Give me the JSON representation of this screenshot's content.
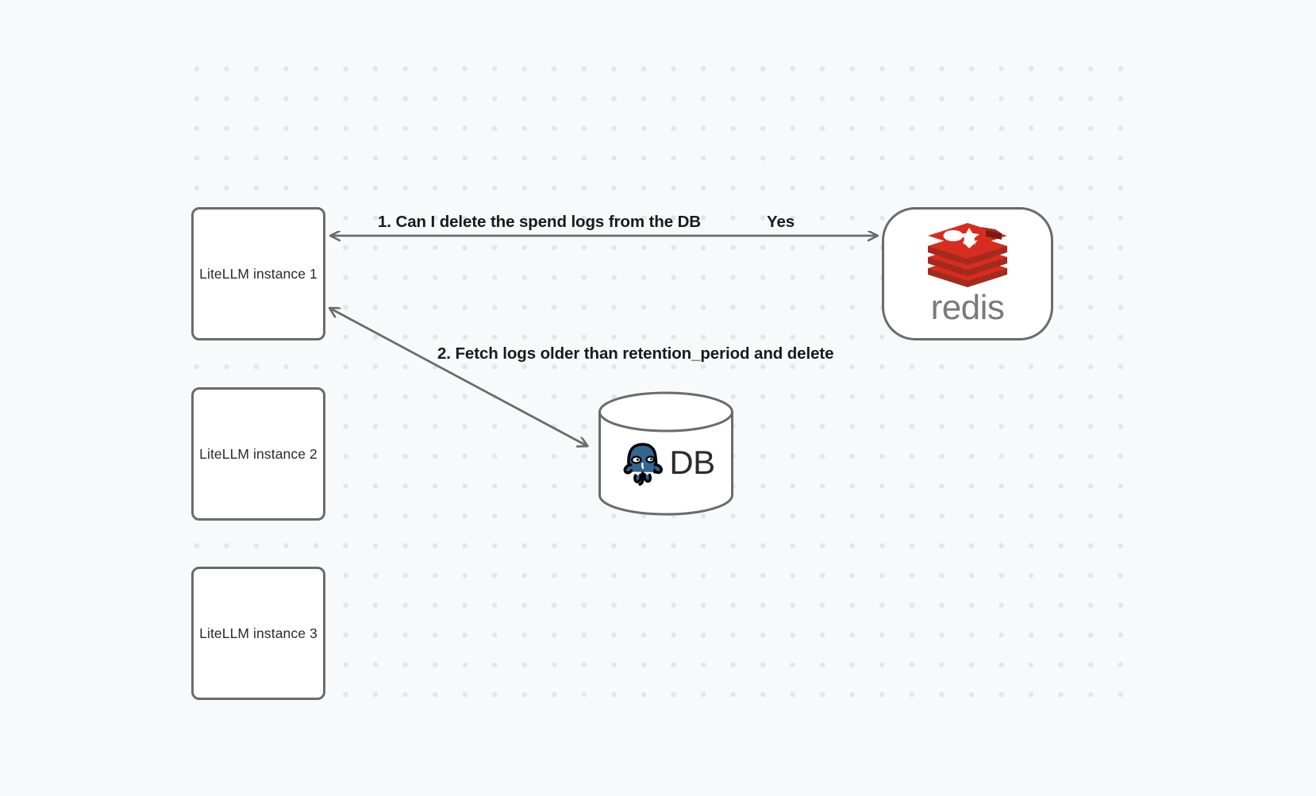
{
  "canvas": {
    "background_color": "#f8f9fa",
    "grid_dot_color": "#e4e5e7",
    "node_border_color": "#6b6b6b",
    "edge_color": "#6b6b6b"
  },
  "nodes": {
    "litellm_instances": [
      {
        "id": "litellm-instance-1",
        "label": "LiteLLM instance 1"
      },
      {
        "id": "litellm-instance-2",
        "label": "LiteLLM instance 2"
      },
      {
        "id": "litellm-instance-3",
        "label": "LiteLLM instance 3"
      }
    ],
    "redis": {
      "id": "redis-node",
      "wordmark": "redis",
      "logo_color": "#d82c20",
      "wordmark_color": "#7a7a7a"
    },
    "postgres": {
      "id": "postgres-db-node",
      "label": "DB",
      "logo_color": "#336791"
    }
  },
  "edges": [
    {
      "id": "edge-redis-to-litellm-1",
      "label": "1.  Can I delete the spend logs from the DB",
      "from": "redis",
      "to": "litellm-instance-1",
      "direction": "left"
    },
    {
      "id": "edge-litellm-1-to-redis",
      "label": "Yes",
      "from": "litellm-instance-1",
      "to": "redis",
      "direction": "right"
    },
    {
      "id": "edge-postgres-litellm-1",
      "label": "2.  Fetch logs older than retention_period and delete",
      "from": "litellm-instance-1",
      "to": "postgres",
      "direction": "bidirectional"
    }
  ]
}
